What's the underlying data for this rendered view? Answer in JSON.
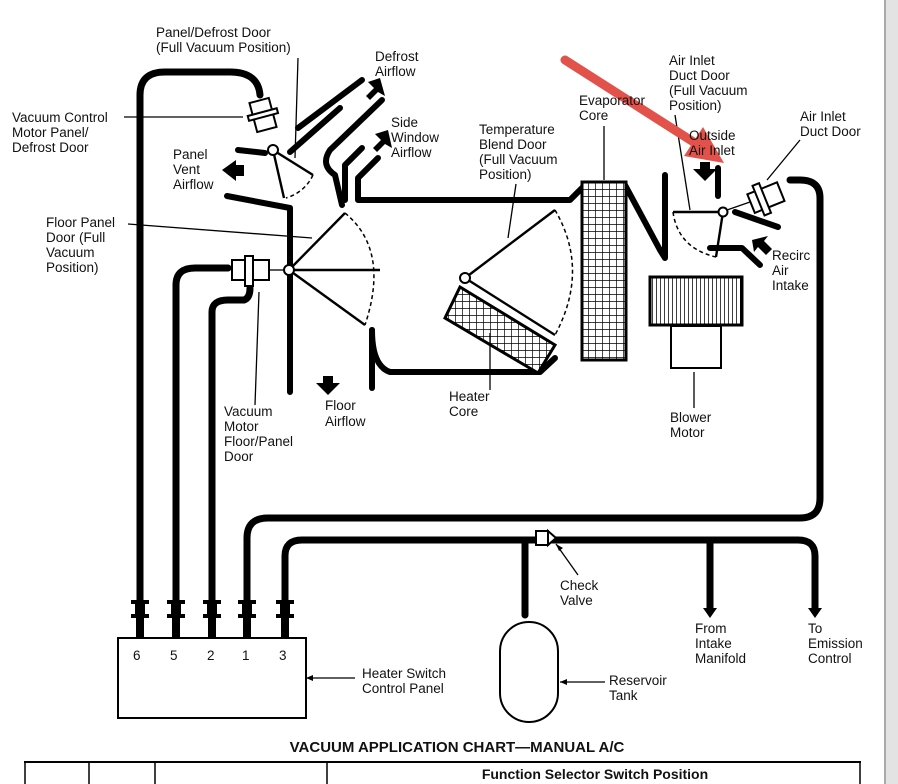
{
  "labels": {
    "panel_defrost_door": [
      "Panel/Defrost Door",
      "(Full Vacuum Position)"
    ],
    "defrost_airflow": [
      "Defrost",
      "Airflow"
    ],
    "side_window_airflow": [
      "Side",
      "Window",
      "Airflow"
    ],
    "vacuum_control_motor": [
      "Vacuum Control",
      "Motor Panel/",
      "Defrost Door"
    ],
    "panel_vent_airflow": [
      "Panel",
      "Vent",
      "Airflow"
    ],
    "floor_panel_door": [
      "Floor Panel",
      "Door (Full",
      "Vacuum",
      "Position)"
    ],
    "vacuum_motor_floor_panel": [
      "Vacuum",
      "Motor",
      "Floor/Panel",
      "Door"
    ],
    "floor_airflow": [
      "Floor",
      "Airflow"
    ],
    "temperature_blend_door": [
      "Temperature",
      "Blend Door",
      "(Full Vacuum",
      "Position)"
    ],
    "heater_core": [
      "Heater",
      "Core"
    ],
    "evaporator_core": [
      "Evaporator",
      "Core"
    ],
    "air_inlet_duct_door_full": [
      "Air Inlet",
      "Duct Door",
      "(Full Vacuum",
      "Position)"
    ],
    "outside_air_inlet": [
      "Outside",
      "Air Inlet"
    ],
    "air_inlet_duct_door": [
      "Air Inlet",
      "Duct Door"
    ],
    "recirc_air_intake": [
      "Recirc",
      "Air",
      "Intake"
    ],
    "blower_motor": [
      "Blower",
      "Motor"
    ],
    "check_valve": [
      "Check",
      "Valve"
    ],
    "reservoir_tank": [
      "Reservoir",
      "Tank"
    ],
    "from_intake_manifold": [
      "From",
      "Intake",
      "Manifold"
    ],
    "to_emission_control": [
      "To",
      "Emission",
      "Control"
    ],
    "heater_switch_control_panel": [
      "Heater Switch",
      "Control Panel"
    ]
  },
  "ports": [
    "6",
    "5",
    "2",
    "1",
    "3"
  ],
  "chart_title": "VACUUM APPLICATION CHART—MANUAL A/C",
  "table_header": "Function Selector Switch Position",
  "colors": {
    "annotation_arrow": "#e2524a",
    "line": "#000000",
    "page_edge": "#d9d9d9"
  }
}
